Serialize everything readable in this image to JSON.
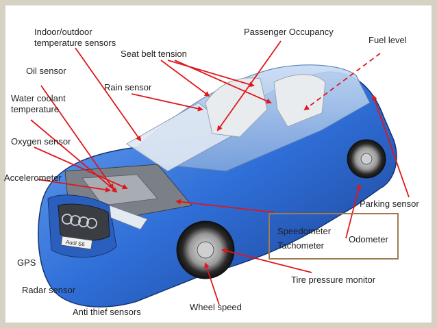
{
  "labels": {
    "indoor_outdoor": "Indoor/outdoor temperature sensors",
    "passenger_occupancy": "Passenger Occupancy",
    "fuel_level": "Fuel level",
    "seat_belt": "Seat belt tension",
    "oil_sensor": "Oil sensor",
    "rain_sensor": "Rain sensor",
    "water_coolant": "Water coolant temperature",
    "oxygen_sensor": "Oxygen sensor",
    "accelerometer": "Accelerometer",
    "parking_sensor": "Parking sensor",
    "speedometer": "Speedometer",
    "tachometer": "Tachometer",
    "odometer": "Odometer",
    "gps": "GPS",
    "radar_sensor": "Radar sensor",
    "tire_pressure": "Tire pressure monitor",
    "anti_thief": "Anti thief sensors",
    "wheel_speed": "Wheel speed"
  },
  "car_plate": "Audi S6",
  "colors": {
    "frame": "#d7d1c3",
    "arrow": "#e0161b",
    "car_body": "#2d6fd6",
    "box_border": "#a07a50"
  }
}
